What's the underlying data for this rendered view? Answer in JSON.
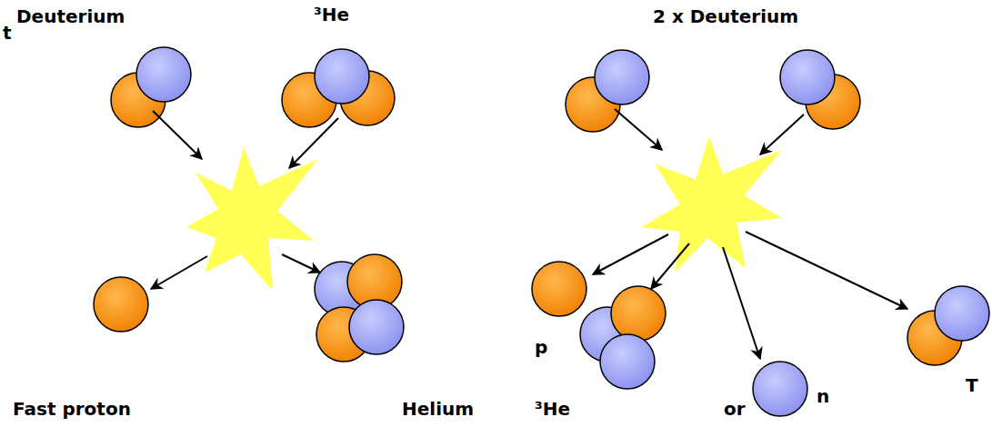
{
  "diagram": {
    "labels": [
      "t",
      "Deuterium",
      "³He",
      "2 x Deuterium",
      "Fast proton",
      "Helium",
      "p",
      "³He",
      "or",
      "n",
      "T"
    ]
  }
}
